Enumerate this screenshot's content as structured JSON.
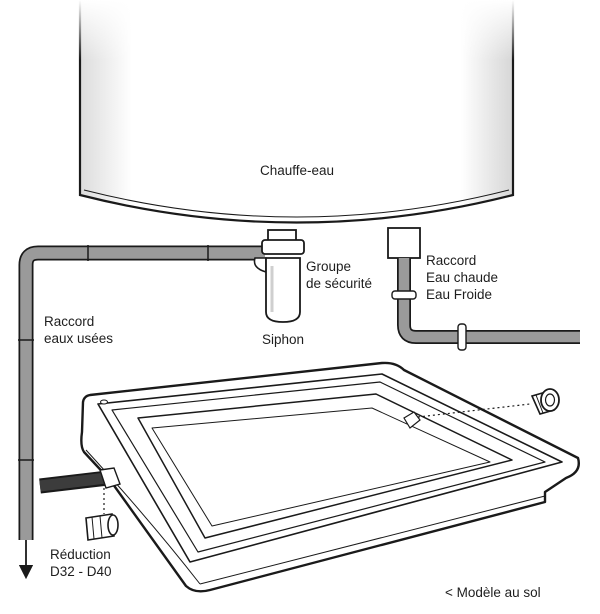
{
  "labels": {
    "heater": "Chauffe-eau",
    "security_group": [
      "Groupe",
      "de sécurité"
    ],
    "siphon": "Siphon",
    "hot_cold": [
      "Raccord",
      "Eau chaude",
      "Eau Froide"
    ],
    "waste": [
      "Raccord",
      "eaux usées"
    ],
    "reduction": [
      "Réduction",
      "D32 - D40"
    ],
    "caption": "< Modèle au sol"
  },
  "colors": {
    "outline": "#1a1a1a",
    "pipe_fill": "#9a9a9a",
    "pipe_dark": "#3c3c3c",
    "tank_fill": "#ffffff",
    "background": "#ffffff"
  }
}
